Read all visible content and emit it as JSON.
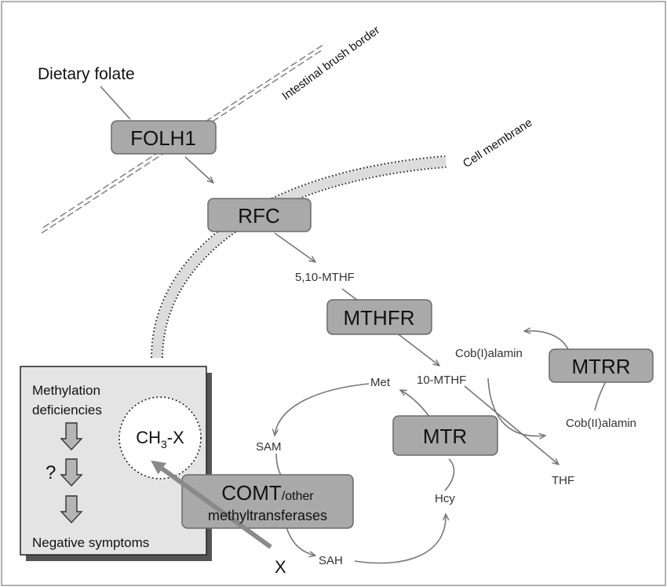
{
  "labels": {
    "dietary_folate": "Dietary folate",
    "intestinal_brush_border": "Intestinal brush border",
    "cell_membrane": "Cell membrane",
    "mthf_5_10": "5,10-MTHF",
    "mthf_10": "10-MTHF",
    "met": "Met",
    "sam": "SAM",
    "sah": "SAH",
    "hcy": "Hcy",
    "thf": "THF",
    "cob_i": "Cob(I)alamin",
    "cob_ii": "Cob(II)alamin",
    "ch3x_main": "CH",
    "ch3x_sub": "3",
    "ch3x_end": "-X",
    "x_mark": "X"
  },
  "enzymes": {
    "folh1": "FOLH1",
    "rfc": "RFC",
    "mthfr": "MTHFR",
    "mtrr": "MTRR",
    "mtr": "MTR",
    "comt_main": "COMT",
    "comt_tail": "/other",
    "comt_line2": "methyltransferases"
  },
  "inset": {
    "line1": "Methylation",
    "line2": "deficiencies",
    "question": "?",
    "line3": "Negative symptoms"
  },
  "colors": {
    "enzyme_box": "#a9a9a9",
    "inset_box": "#e4e4e4",
    "membrane": "#dcdcdc",
    "arrow": "#777777"
  }
}
